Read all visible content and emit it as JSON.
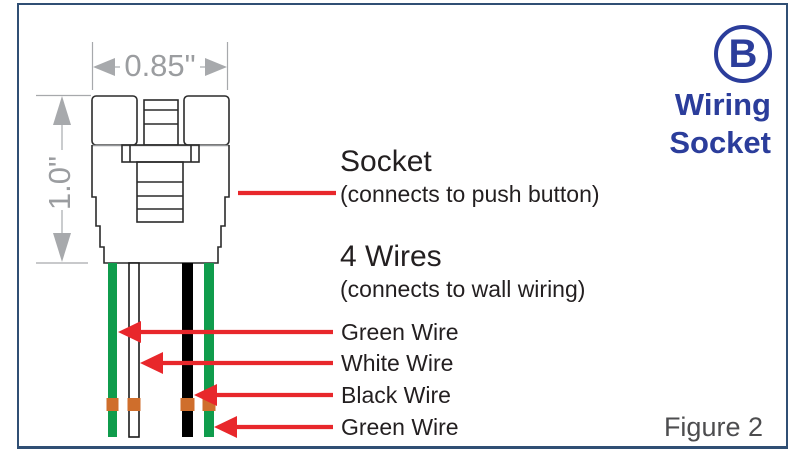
{
  "figure": {
    "badge_letter": "B",
    "badge_title_line1": "Wiring",
    "badge_title_line2": "Socket",
    "caption": "Figure 2"
  },
  "dimensions": {
    "width_label": "0.85\"",
    "height_label": "1.0\""
  },
  "socket": {
    "title": "Socket",
    "subtitle": "(connects to push button)"
  },
  "wires": {
    "title": "4 Wires",
    "subtitle": "(connects to wall wiring)",
    "items": [
      {
        "label": "Green Wire",
        "color": "#0f9c4c"
      },
      {
        "label": "White Wire",
        "color": "#ffffff"
      },
      {
        "label": "Black Wire",
        "color": "#000000"
      },
      {
        "label": "Green Wire",
        "color": "#0f9c4c"
      }
    ]
  },
  "colors": {
    "accent_blue": "#2b3d9b",
    "frame_blue": "#304f74",
    "arrow_red": "#e8272b",
    "copper": "#cf6e2c",
    "dim_gray": "#9b9da0",
    "caption_gray": "#4d4d4f",
    "text_dark": "#231f20"
  }
}
